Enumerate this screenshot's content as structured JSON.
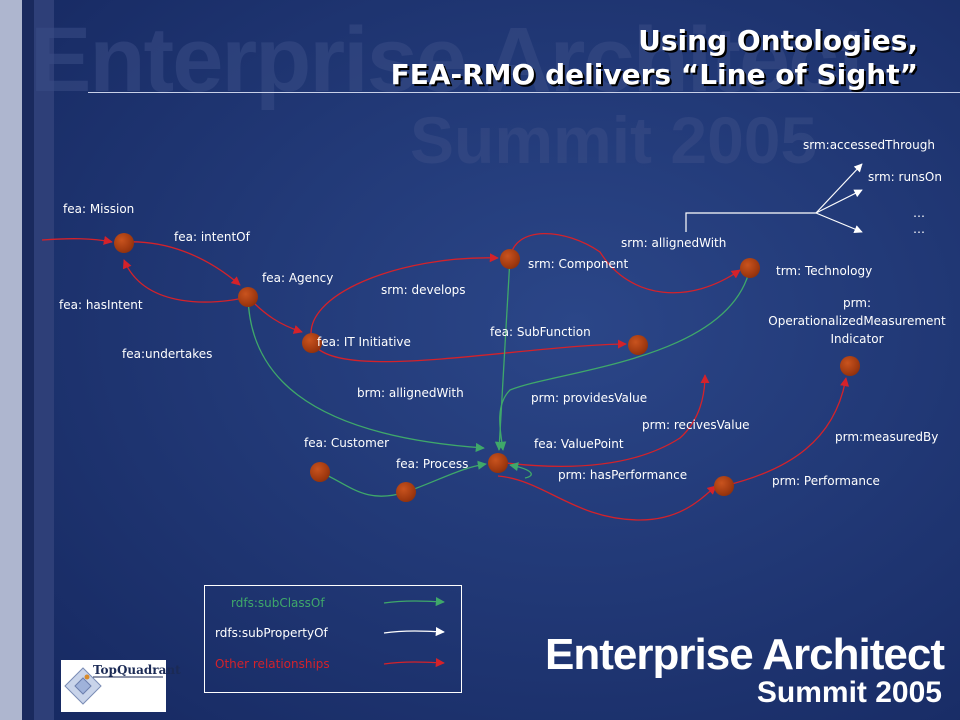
{
  "title": {
    "line1": "Using Ontologies,",
    "line2": "FEA-RMO delivers “Line of Sight”"
  },
  "watermark": {
    "line1": "Enterprise Architect",
    "line2": "Summit 2005"
  },
  "brand": {
    "line1": "Enterprise Architect",
    "line2": "Summit 2005"
  },
  "logo": {
    "text": "TopQuadrant"
  },
  "legend": {
    "subclass": "rdfs:subClassOf",
    "subproperty": "rdfs:subPropertyOf",
    "other": "Other relationships"
  },
  "colors": {
    "background": "#1d3270",
    "node": "#a23a10",
    "red_edge": "#d4222a",
    "green_edge": "#3fa86a",
    "white_edge": "#ffffff",
    "side_bar": "#aeb6cf"
  },
  "labels": {
    "srm_accessed": "srm:accessedThrough",
    "srm_runson": "srm: runsOn",
    "ellipsis1": "…",
    "ellipsis2": "…",
    "fea_mission": "fea: Mission",
    "fea_intentof": "fea: intentOf",
    "srm_alligned": "srm: allignedWith",
    "srm_component": "srm: Component",
    "trm_technology": "trm: Technology",
    "fea_agency": "fea: Agency",
    "srm_develops": "srm: develops",
    "fea_hasintent": "fea: hasIntent",
    "prm_opmeas_1": "prm:",
    "prm_opmeas_2": "OperationalizedMeasurement",
    "prm_opmeas_3": "Indicator",
    "fea_subfunction": "fea: SubFunction",
    "fea_itinitiative": "fea: IT Initiative",
    "fea_undertakes": "fea:undertakes",
    "brm_alligned": "brm: allignedWith",
    "prm_provides": "prm: providesValue",
    "prm_recives": "prm: recivesValue",
    "prm_measuredby": "prm:measuredBy",
    "fea_customer": "fea: Customer",
    "fea_valuepoint": "fea: ValuePoint",
    "fea_process": "fea: Process",
    "prm_hasperf": "prm: hasPerformance",
    "prm_performance": "prm: Performance"
  }
}
